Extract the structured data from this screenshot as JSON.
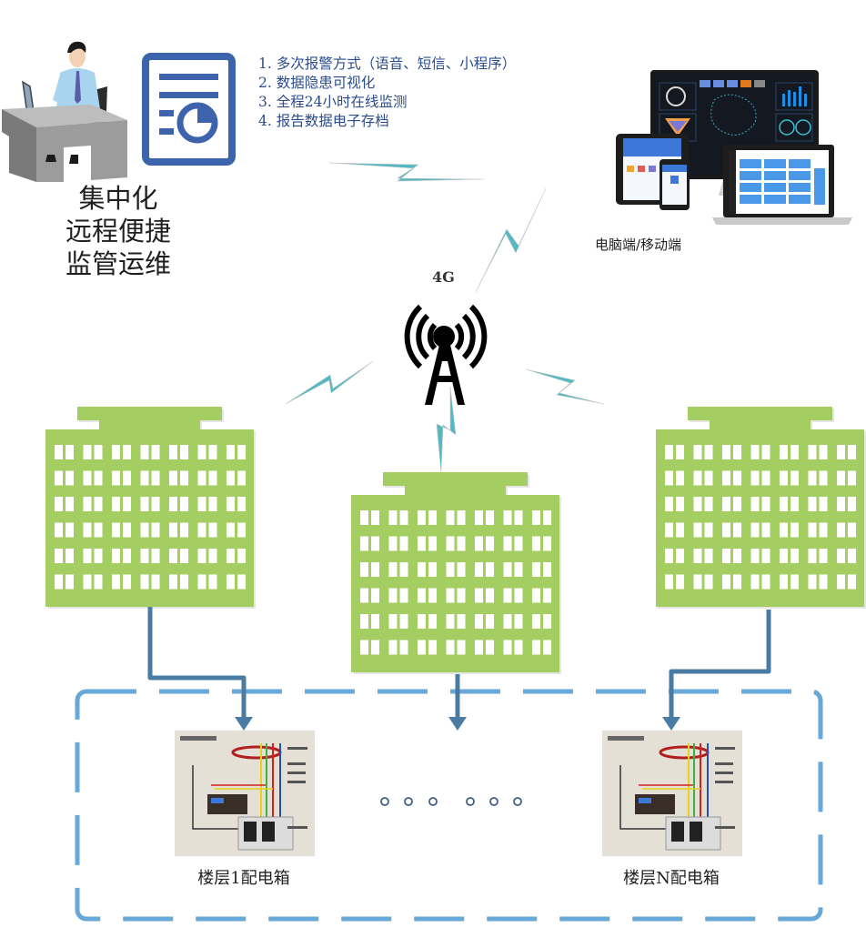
{
  "features": {
    "items": [
      "1. 多次报警方式（语音、短信、小程序）",
      "2. 数据隐患可视化",
      "3. 全程24小时在线监测",
      "4. 报告数据电子存档"
    ]
  },
  "operator": {
    "caption_lines": [
      "集中化",
      "远程便捷",
      "监管运维"
    ],
    "icons": [
      "operator-at-desk-icon",
      "report-document-icon"
    ]
  },
  "devices": {
    "label": "电脑端/移动端",
    "icon": "monitor-tablet-phone-laptop-icon"
  },
  "network": {
    "label": "4G",
    "icon": "cell-tower-icon"
  },
  "buildings": {
    "count": 3,
    "window_columns": 7,
    "window_rows": 6
  },
  "panels": [
    {
      "label": "楼层1配电箱"
    },
    {
      "label": "楼层N配电箱"
    }
  ],
  "ellipsis": "○ ○ ○   ○ ○ ○",
  "colors": {
    "building": "#a4cd62",
    "bolt": "#52b8c3",
    "connector": "#4a7ca3",
    "dashed_box": "#68a8d8",
    "report_icon": "#3e63ad",
    "feature_text": "#2b4c8c"
  }
}
